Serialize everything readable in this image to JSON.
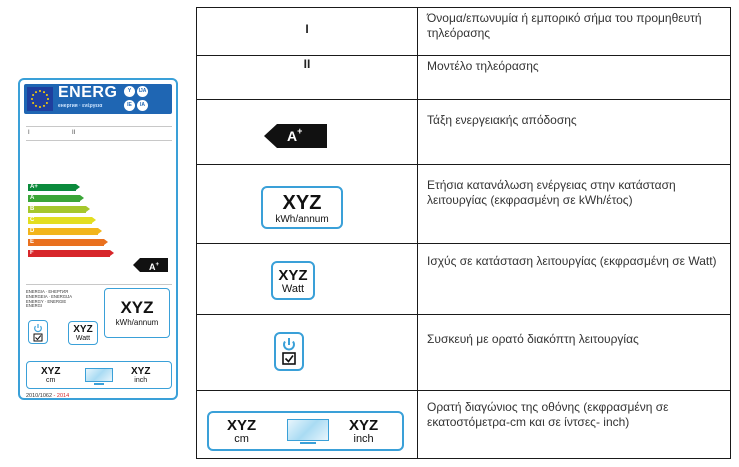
{
  "label": {
    "energ": "ENERG",
    "energ_sub": "енергия · ενέργεια",
    "langs": [
      "Y",
      "IJA",
      "IE",
      "IA"
    ],
    "roman_1": "I",
    "roman_2": "II",
    "scale": [
      {
        "cls": "A+",
        "color": "#0b8a3c"
      },
      {
        "cls": "A",
        "color": "#3aa537"
      },
      {
        "cls": "B",
        "color": "#a6c72c"
      },
      {
        "cls": "C",
        "color": "#e3de21"
      },
      {
        "cls": "D",
        "color": "#f2b51b"
      },
      {
        "cls": "E",
        "color": "#e9711f"
      },
      {
        "cls": "F",
        "color": "#d7262a"
      }
    ],
    "arrow": "A",
    "arrow_sup": "+",
    "energy_words": [
      "ENERGIA · ЕНЕРГИЯ",
      "ENERGEIA · ENERGIJA",
      "ENERGY · ENERGIE",
      "ENERGI"
    ],
    "xyz": "XYZ",
    "kwh_annum": "kWh/annum",
    "watt": "Watt",
    "cm": "cm",
    "inch": "inch",
    "footer_reg": "2010/1062",
    "footer_sep": " - ",
    "footer_year": "2014"
  },
  "table": {
    "rows": [
      {
        "symbol": "I",
        "description": "Όνομα/επωνυμία ή εμπορικό σήμα του προμηθευτή τηλεόρασης"
      },
      {
        "symbol": "II",
        "description": "Μοντέλο τηλεόρασης"
      },
      {
        "symbol": "A+",
        "description": "Τάξη ενεργειακής απόδοσης"
      },
      {
        "symbol": "XYZ kWh/annum",
        "description": "Ετήσια κατανάλωση ενέργειας στην κατάσταση λειτουργίας (εκφρασμένη σε kWh/έτος)"
      },
      {
        "symbol": "XYZ Watt",
        "description": "Ισχύς σε κατάσταση λειτουργίας (εκφρασμένη σε Watt)"
      },
      {
        "symbol": "power-switch",
        "description": "Συσκευή με ορατό διακόπτη λειτουργίας"
      },
      {
        "symbol": "XYZ cm / XYZ inch",
        "description": "Ορατή διαγώνιος της οθόνης (εκφρασμένη σε εκατοστόμετρα-cm και σε ίντσες- inch)"
      }
    ],
    "class_letter": "A",
    "class_sup": "+",
    "xyz": "XYZ",
    "kwh_annum": "kWh/annum",
    "watt": "Watt",
    "cm": "cm",
    "inch": "inch"
  },
  "colors": {
    "accent": "#3aa0d8",
    "label_blue": "#1f66b3",
    "arrow": "#111111"
  }
}
